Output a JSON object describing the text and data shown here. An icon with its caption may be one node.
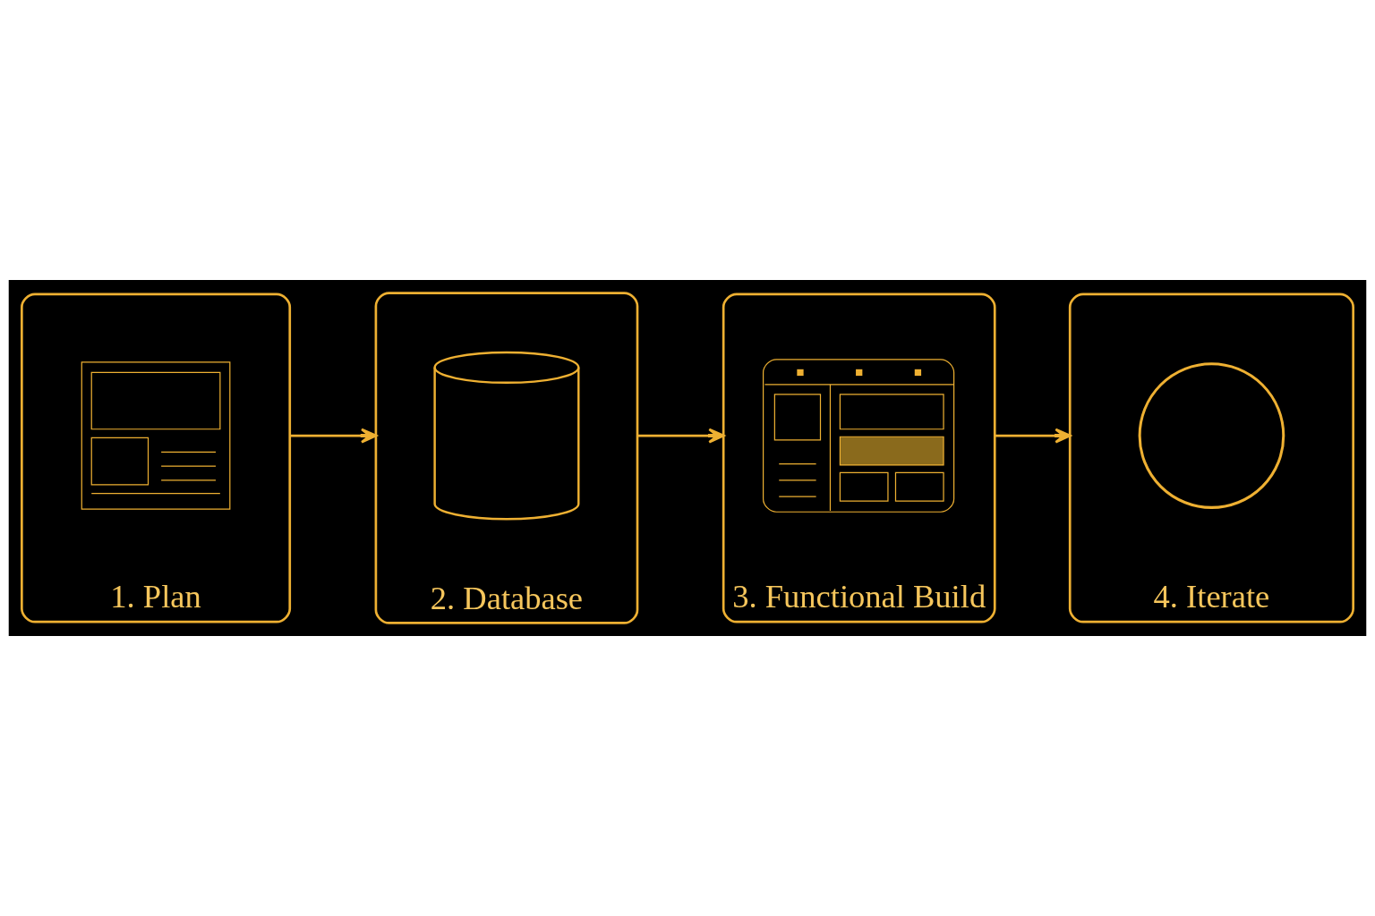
{
  "diagram": {
    "nodes": [
      {
        "text": [
          "1. Plan"
        ]
      },
      {
        "text": [],
        "shape": "picture",
        "in": 0
      },
      {
        "text": [
          "2. Database"
        ]
      },
      {
        "text": [],
        "shape": "cylinder",
        "in": 2
      },
      {
        "text": [
          "3. Functional Build"
        ]
      },
      {
        "text": [],
        "shape": "picture",
        "in": 4
      },
      {
        "text": [
          "4. Iterate"
        ]
      },
      {
        "text": [],
        "shape": "circle",
        "in": 6
      }
    ],
    "edges": [
      {
        "from": 0,
        "to": 2,
        "arrow": "to"
      },
      {
        "from": 2,
        "to": 4,
        "arrow": "to"
      },
      {
        "from": 4,
        "to": 6,
        "arrow": "to"
      }
    ]
  }
}
